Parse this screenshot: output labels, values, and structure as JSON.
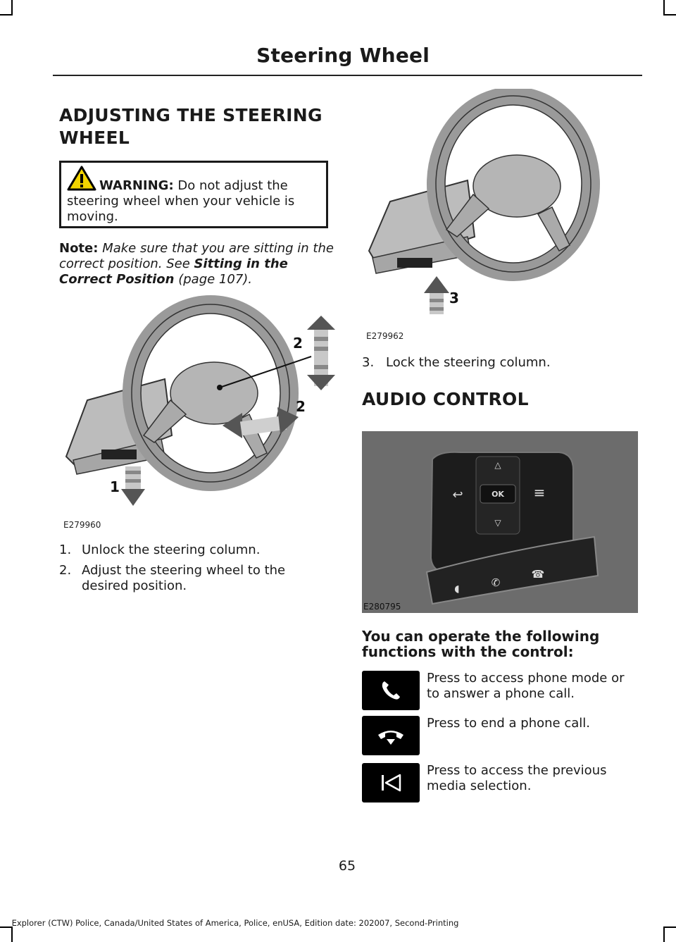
{
  "header": {
    "title": "Steering Wheel"
  },
  "section_adjust": {
    "heading": "ADJUSTING THE STEERING WHEEL",
    "warning": {
      "label": "WARNING:",
      "text": "Do not adjust the steering wheel when your vehicle is moving."
    },
    "note": {
      "label": "Note:",
      "text_before": "Make sure that you are sitting in the correct position.  See",
      "link": "Sitting in the Correct Position",
      "page_ref": "(page 107)."
    },
    "figure1": {
      "code": "E279960",
      "callouts": [
        "2",
        "2",
        "1"
      ]
    },
    "steps": [
      {
        "num": "1.",
        "text": "Unlock the steering column."
      },
      {
        "num": "2.",
        "text": "Adjust the steering wheel to the desired position."
      }
    ],
    "figure2": {
      "code": "E279962",
      "callout": "3"
    },
    "step3": {
      "num": "3.",
      "text": "Lock the steering column."
    }
  },
  "section_audio": {
    "heading": "AUDIO CONTROL",
    "figure": {
      "code": "E280795",
      "ok_label": "OK"
    },
    "subheading": "You can operate the following functions with the control:",
    "functions": [
      {
        "icon": "phone-icon",
        "text": "Press to access phone mode or to answer a phone call."
      },
      {
        "icon": "end-call-icon",
        "text": "Press to end a phone call."
      },
      {
        "icon": "previous-icon",
        "text": "Press to access the previous media selection."
      }
    ]
  },
  "page_number": "65",
  "footer": "Explorer (CTW) Police, Canada/United States of America, Police, enUSA, Edition date: 202007, Second-Printing"
}
